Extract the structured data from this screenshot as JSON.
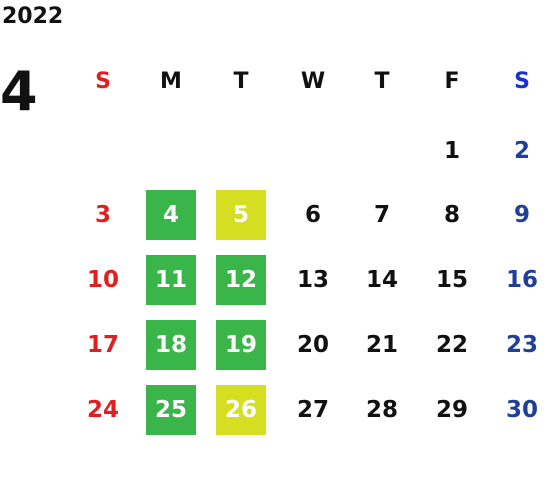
{
  "year": "2022",
  "month": "4",
  "colors": {
    "sunday": "#e02020",
    "saturday_header": "#1a2fd0",
    "saturday": "#1f3f9a",
    "weekday": "#111111",
    "highlight_green": "#3ab54a",
    "highlight_yellow": "#d5de21"
  },
  "weekdays": [
    "S",
    "M",
    "T",
    "W",
    "T",
    "F",
    "S"
  ],
  "weeks": [
    [
      {
        "day": ""
      },
      {
        "day": ""
      },
      {
        "day": ""
      },
      {
        "day": ""
      },
      {
        "day": ""
      },
      {
        "day": "1"
      },
      {
        "day": "2"
      }
    ],
    [
      {
        "day": "3"
      },
      {
        "day": "4",
        "highlight": "green"
      },
      {
        "day": "5",
        "highlight": "yellow"
      },
      {
        "day": "6"
      },
      {
        "day": "7"
      },
      {
        "day": "8"
      },
      {
        "day": "9"
      }
    ],
    [
      {
        "day": "10"
      },
      {
        "day": "11",
        "highlight": "green"
      },
      {
        "day": "12",
        "highlight": "green"
      },
      {
        "day": "13"
      },
      {
        "day": "14"
      },
      {
        "day": "15"
      },
      {
        "day": "16"
      }
    ],
    [
      {
        "day": "17"
      },
      {
        "day": "18",
        "highlight": "green"
      },
      {
        "day": "19",
        "highlight": "green"
      },
      {
        "day": "20"
      },
      {
        "day": "21"
      },
      {
        "day": "22"
      },
      {
        "day": "23"
      }
    ],
    [
      {
        "day": "24"
      },
      {
        "day": "25",
        "highlight": "green"
      },
      {
        "day": "26",
        "highlight": "yellow"
      },
      {
        "day": "27"
      },
      {
        "day": "28"
      },
      {
        "day": "29"
      },
      {
        "day": "30"
      }
    ]
  ]
}
